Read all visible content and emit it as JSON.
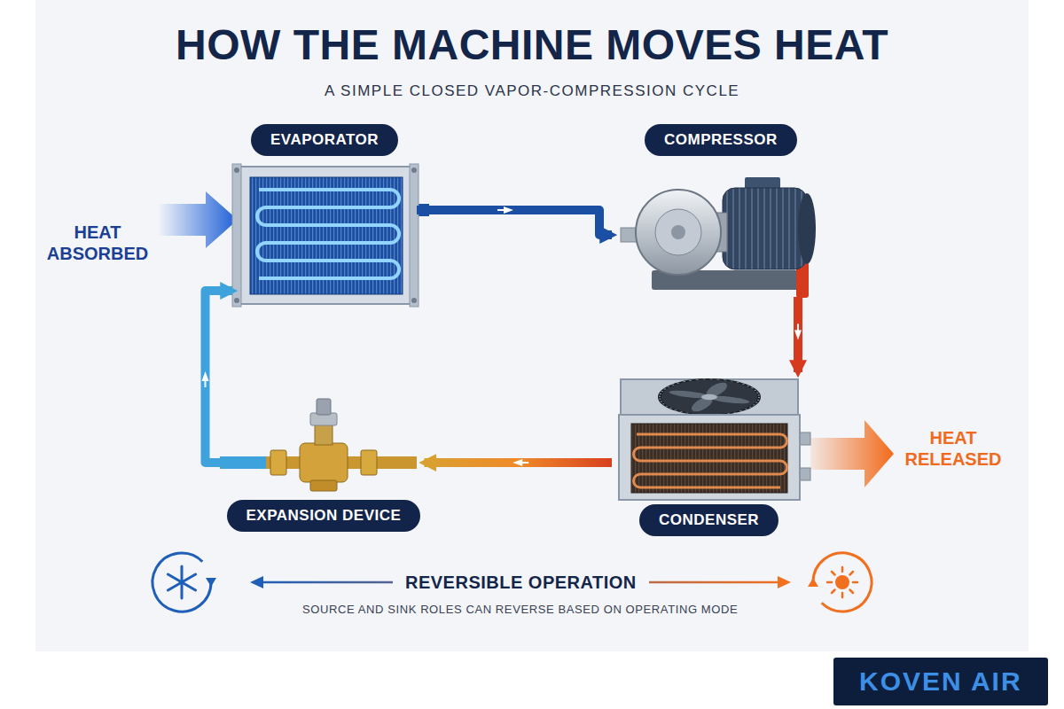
{
  "diagram": {
    "title": "HOW THE MACHINE MOVES HEAT",
    "nodes": [
      {
        "text": [
          "EVAPORATOR"
        ]
      },
      {
        "text": [
          "COMPRESSOR"
        ]
      },
      {
        "text": [
          "EXPANSION DEVICE"
        ]
      },
      {
        "text": [
          "CONDENSER"
        ]
      }
    ],
    "edges": [
      {
        "from": 0,
        "to": 1,
        "arrow": "to"
      },
      {
        "from": 1,
        "to": 3,
        "arrow": "to"
      },
      {
        "from": 3,
        "to": 2,
        "arrow": "to"
      },
      {
        "from": 2,
        "to": 0,
        "arrow": "to"
      }
    ],
    "labels": [
      "A SIMPLE CLOSED VAPOR-COMPRESSION CYCLE",
      "HEAT ABSORBED",
      "HEAT RELEASED",
      "REVERSIBLE OPERATION",
      "SOURCE AND SINK ROLES CAN REVERSE BASED ON OPERATING MODE",
      "KOVEN AIR"
    ]
  }
}
